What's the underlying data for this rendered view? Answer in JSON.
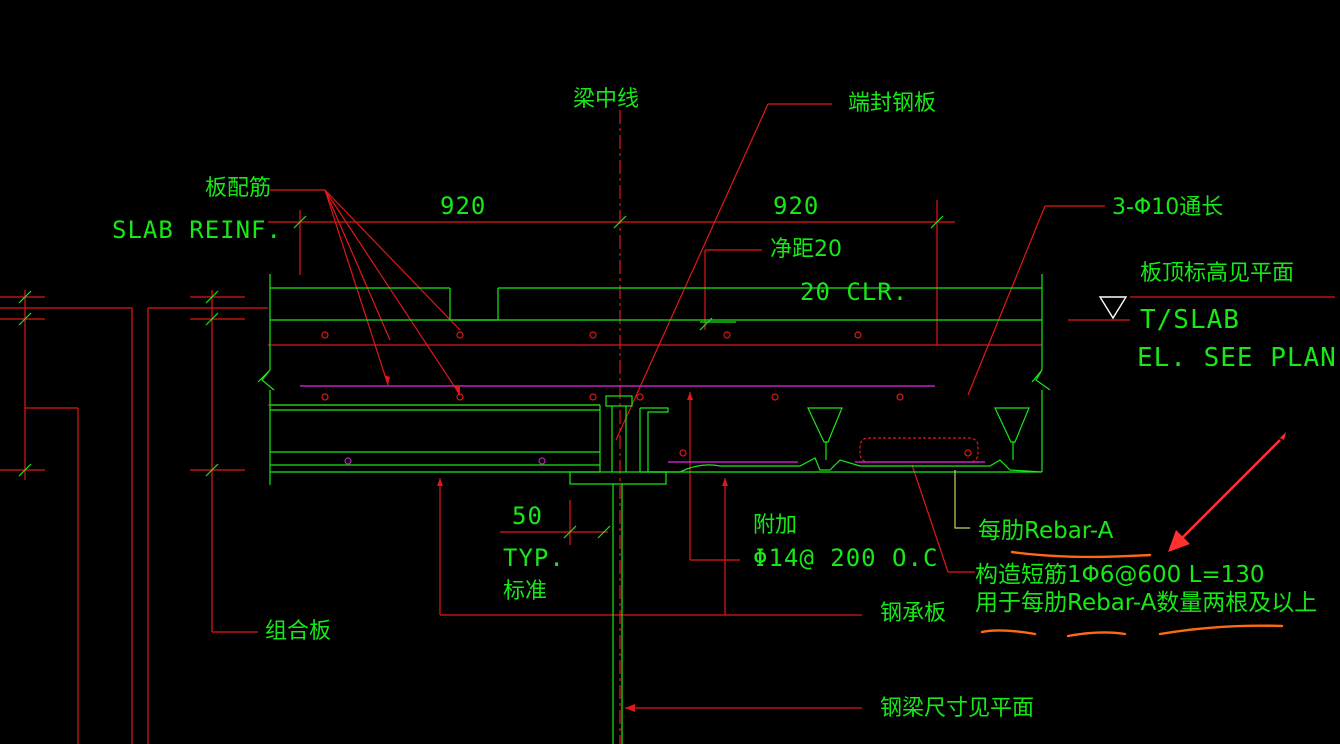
{
  "labels": {
    "beam_centerline": "梁中线",
    "end_plate": "端封钢板",
    "slab_reinf_cn": "板配筋",
    "slab_reinf_en": "SLAB REINF.",
    "dim_left": "920",
    "dim_right": "920",
    "long_bars": "3-Φ10通长",
    "clear_cn": "净距20",
    "clear_en": "20 CLR.",
    "slab_top_cn": "板顶标高见平面",
    "slab_top_en": "T/SLAB",
    "slab_top_en2": "EL. SEE PLAN",
    "dim_50": "50",
    "typ_en": "TYP.",
    "typ_cn": "标准",
    "additional_cn": "附加",
    "additional_bar": "Φ14@ 200 O.C",
    "rebar_a": "每肋Rebar-A",
    "short_bar_line1": "构造短筋1Φ6@600 L=130",
    "short_bar_line2": "用于每肋Rebar-A数量两根及以上",
    "composite_slab": "组合板",
    "steel_deck": "钢承板",
    "beam_size": "钢梁尺寸见平面"
  },
  "colors": {
    "background": "#000000",
    "text": "#18e818",
    "leader": "#e01818",
    "concrete": "#18e818",
    "rebar": "#c020c0",
    "annotation": "#ff6a10",
    "arrow_mark": "#ff3030",
    "white": "#ffffff"
  }
}
